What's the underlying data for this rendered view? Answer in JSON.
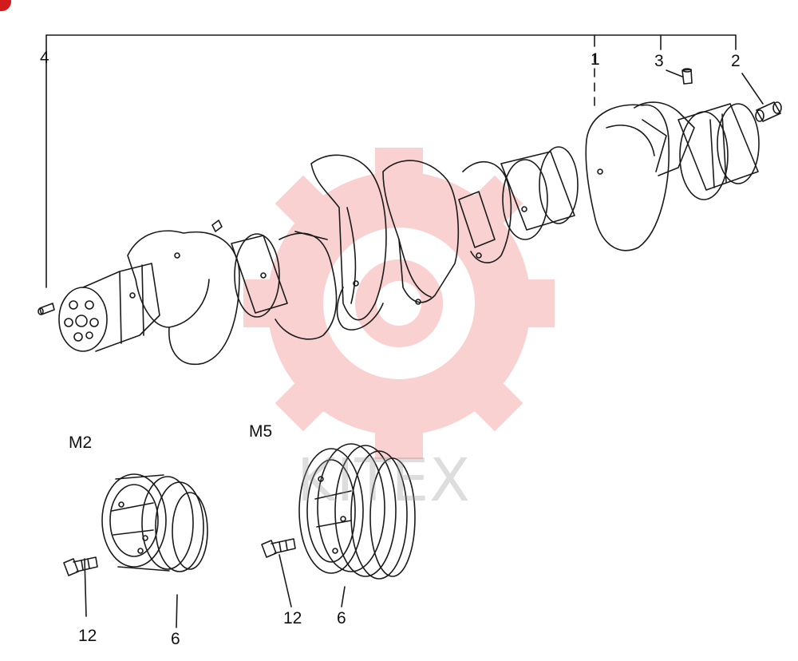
{
  "watermark": {
    "text": "KITEX",
    "color": "#e8312d"
  },
  "callouts": {
    "c1": "1",
    "c2": "2",
    "c3": "3",
    "c4": "4",
    "c6a": "6",
    "c6b": "6",
    "c12a": "12",
    "c12b": "12"
  },
  "variants": {
    "m2": "M2",
    "m5": "M5"
  },
  "colors": {
    "line": "#1a1a1a",
    "badge": "#d31b1b"
  }
}
